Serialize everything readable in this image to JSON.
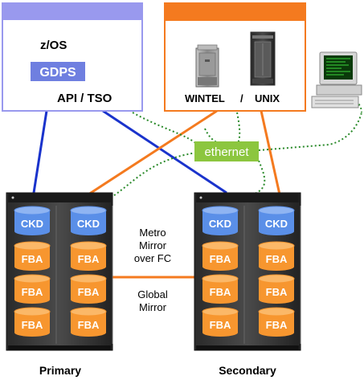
{
  "zos_box": {
    "title": "z/OS",
    "badge": "GDPS",
    "api": "API / TSO"
  },
  "open_box": {
    "label_left": "WINTEL",
    "label_sep": "/",
    "label_right": "UNIX"
  },
  "network": {
    "label": "ethernet"
  },
  "links": {
    "metro": [
      "Metro",
      "Mirror",
      "over FC"
    ],
    "global": [
      "Global",
      "Mirror"
    ]
  },
  "storage": {
    "primary_label": "Primary",
    "secondary_label": "Secondary",
    "ckd_label": "CKD",
    "fba_label": "FBA"
  },
  "colors": {
    "zos_blue": "#9999ee",
    "gdps_blue": "#6f7fe0",
    "link_blue": "#1a33cc",
    "orange": "#f47a1f",
    "disk_orange": "#f7962f",
    "ckd_blue": "#5a8fe8",
    "ethernet_green": "#8cc63f",
    "dotted_green": "#2a8a2a"
  }
}
